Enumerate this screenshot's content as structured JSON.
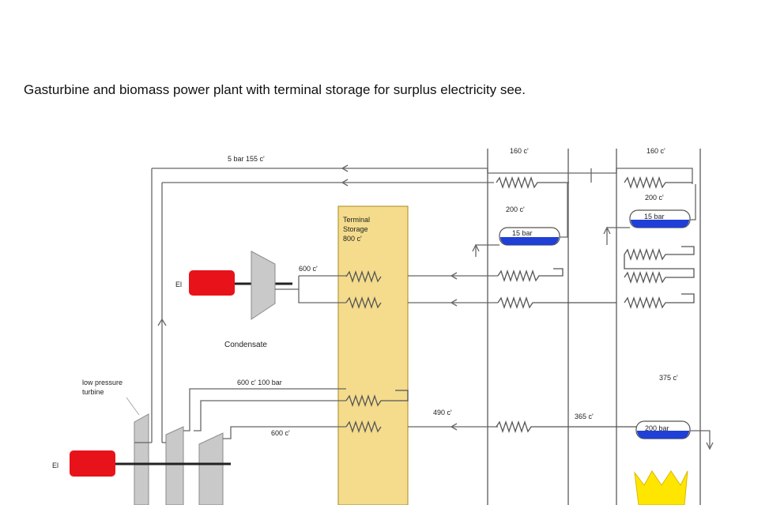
{
  "caption": "Gasturbine and biomass power plant with terminal storage for surplus electricity see.",
  "labels": {
    "top_pipe": "5 bar 155 c'",
    "storage_title_1": "Terminal",
    "storage_title_2": "Storage",
    "storage_temp": "800 c'",
    "hp_inlet": "600 c'",
    "condensate": "Condensate",
    "lp_turbine_1": "low pressure",
    "lp_turbine_2": "turbine",
    "inlet_100bar": "600 c' 100 bar",
    "inlet_lower": "600 c'",
    "col1_top": "160 c'",
    "col1_mid": "200 c'",
    "col1_drum": "15 bar",
    "col2_top": "160 c'",
    "col2_mid": "200 c'",
    "col2_drum": "15 bar",
    "temp_490": "490 c'",
    "temp_365": "365 c'",
    "temp_375": "375 c'",
    "drum_200bar": "200 bar",
    "el_upper": "El",
    "el_lower": "El"
  },
  "colors": {
    "storage_fill": "#f4dc8c",
    "storage_border": "#b59a3c",
    "generator": "#e8131a",
    "water": "#1f3fd6",
    "flame": "#ffe600"
  }
}
